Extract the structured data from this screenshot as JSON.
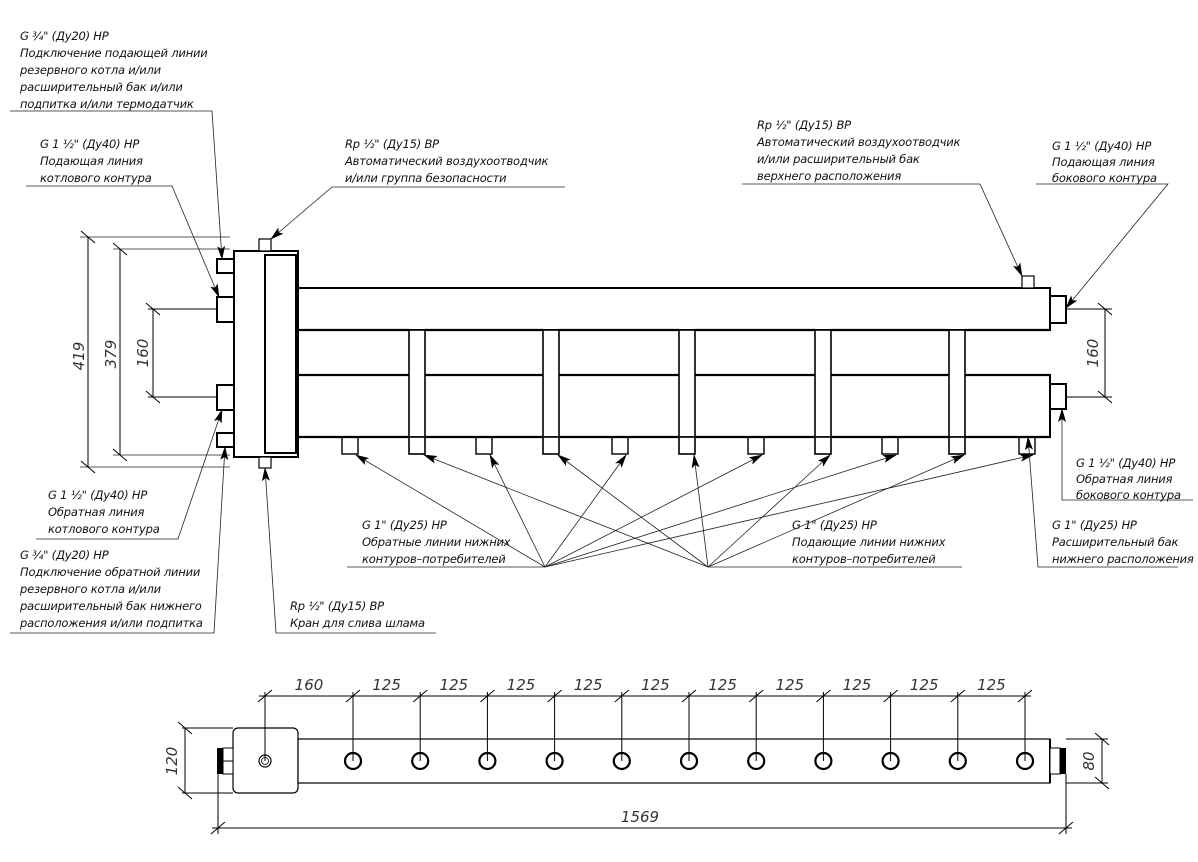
{
  "title": "Гидрострелка-коллектор — схема подключения",
  "callouts": {
    "top_left_aux_supply": {
      "spec": "G ¾\" (Ду20) НР",
      "lines": [
        "Подключение подающей линии",
        "резервного котла и/или",
        "расширительный бак и/или",
        "подпитка и/или термодатчик"
      ]
    },
    "boiler_supply": {
      "spec": "G 1 ½\" (Ду40) НР",
      "lines": [
        "Подающая линия",
        "котлового контура"
      ]
    },
    "top_air_vent": {
      "spec": "Rp ½\" (Ду15) ВР",
      "lines": [
        "Автоматический воздухоотводчик",
        "и/или группа безопасности"
      ]
    },
    "right_air_vent": {
      "spec": "Rp ½\" (Ду15) ВР",
      "lines": [
        "Автоматический воздухоотводчик",
        "и/или расширительный бак",
        "верхнего расположения"
      ]
    },
    "side_supply": {
      "spec": "G 1 ½\" (Ду40) НР",
      "lines": [
        "Подающая линия",
        "бокового контура"
      ]
    },
    "boiler_return": {
      "spec": "G 1 ½\" (Ду40) НР",
      "lines": [
        "Обратная линия",
        "котлового контура"
      ]
    },
    "bottom_left_aux_return": {
      "spec": "G ¾\" (Ду20) НР",
      "lines": [
        "Подключение обратной линии",
        "резервного котла и/или",
        "расширительный бак нижнего",
        "расположения и/или подпитка"
      ]
    },
    "sludge_drain": {
      "spec": "Rp ½\" (Ду15) ВР",
      "lines": [
        "Кран для слива шлама"
      ]
    },
    "consumer_returns": {
      "spec": "G 1\" (Ду25) НР",
      "lines": [
        "Обратные линии нижних",
        "контуров–потребителей"
      ]
    },
    "consumer_supplies": {
      "spec": "G 1\" (Ду25) НР",
      "lines": [
        "Подающие линии нижних",
        "контуров–потребителей"
      ]
    },
    "side_return": {
      "spec": "G 1 ½\" (Ду40) НР",
      "lines": [
        "Обратная линия",
        "бокового контура"
      ]
    },
    "lower_expansion": {
      "spec": "G 1\" (Ду25) НР",
      "lines": [
        "Расширительный бак",
        "нижнего расположения"
      ]
    }
  },
  "dimensions": {
    "front": {
      "overall_height": "419",
      "body_height": "379",
      "left_pipe_spacing": "160",
      "right_pipe_spacing": "160"
    },
    "top": {
      "first_offset": "160",
      "spacings": [
        "125",
        "125",
        "125",
        "125",
        "125",
        "125",
        "125",
        "125",
        "125",
        "125"
      ],
      "total_length": "1569",
      "body_width": "120",
      "pipe_width": "80"
    }
  },
  "outlet_count": 11
}
